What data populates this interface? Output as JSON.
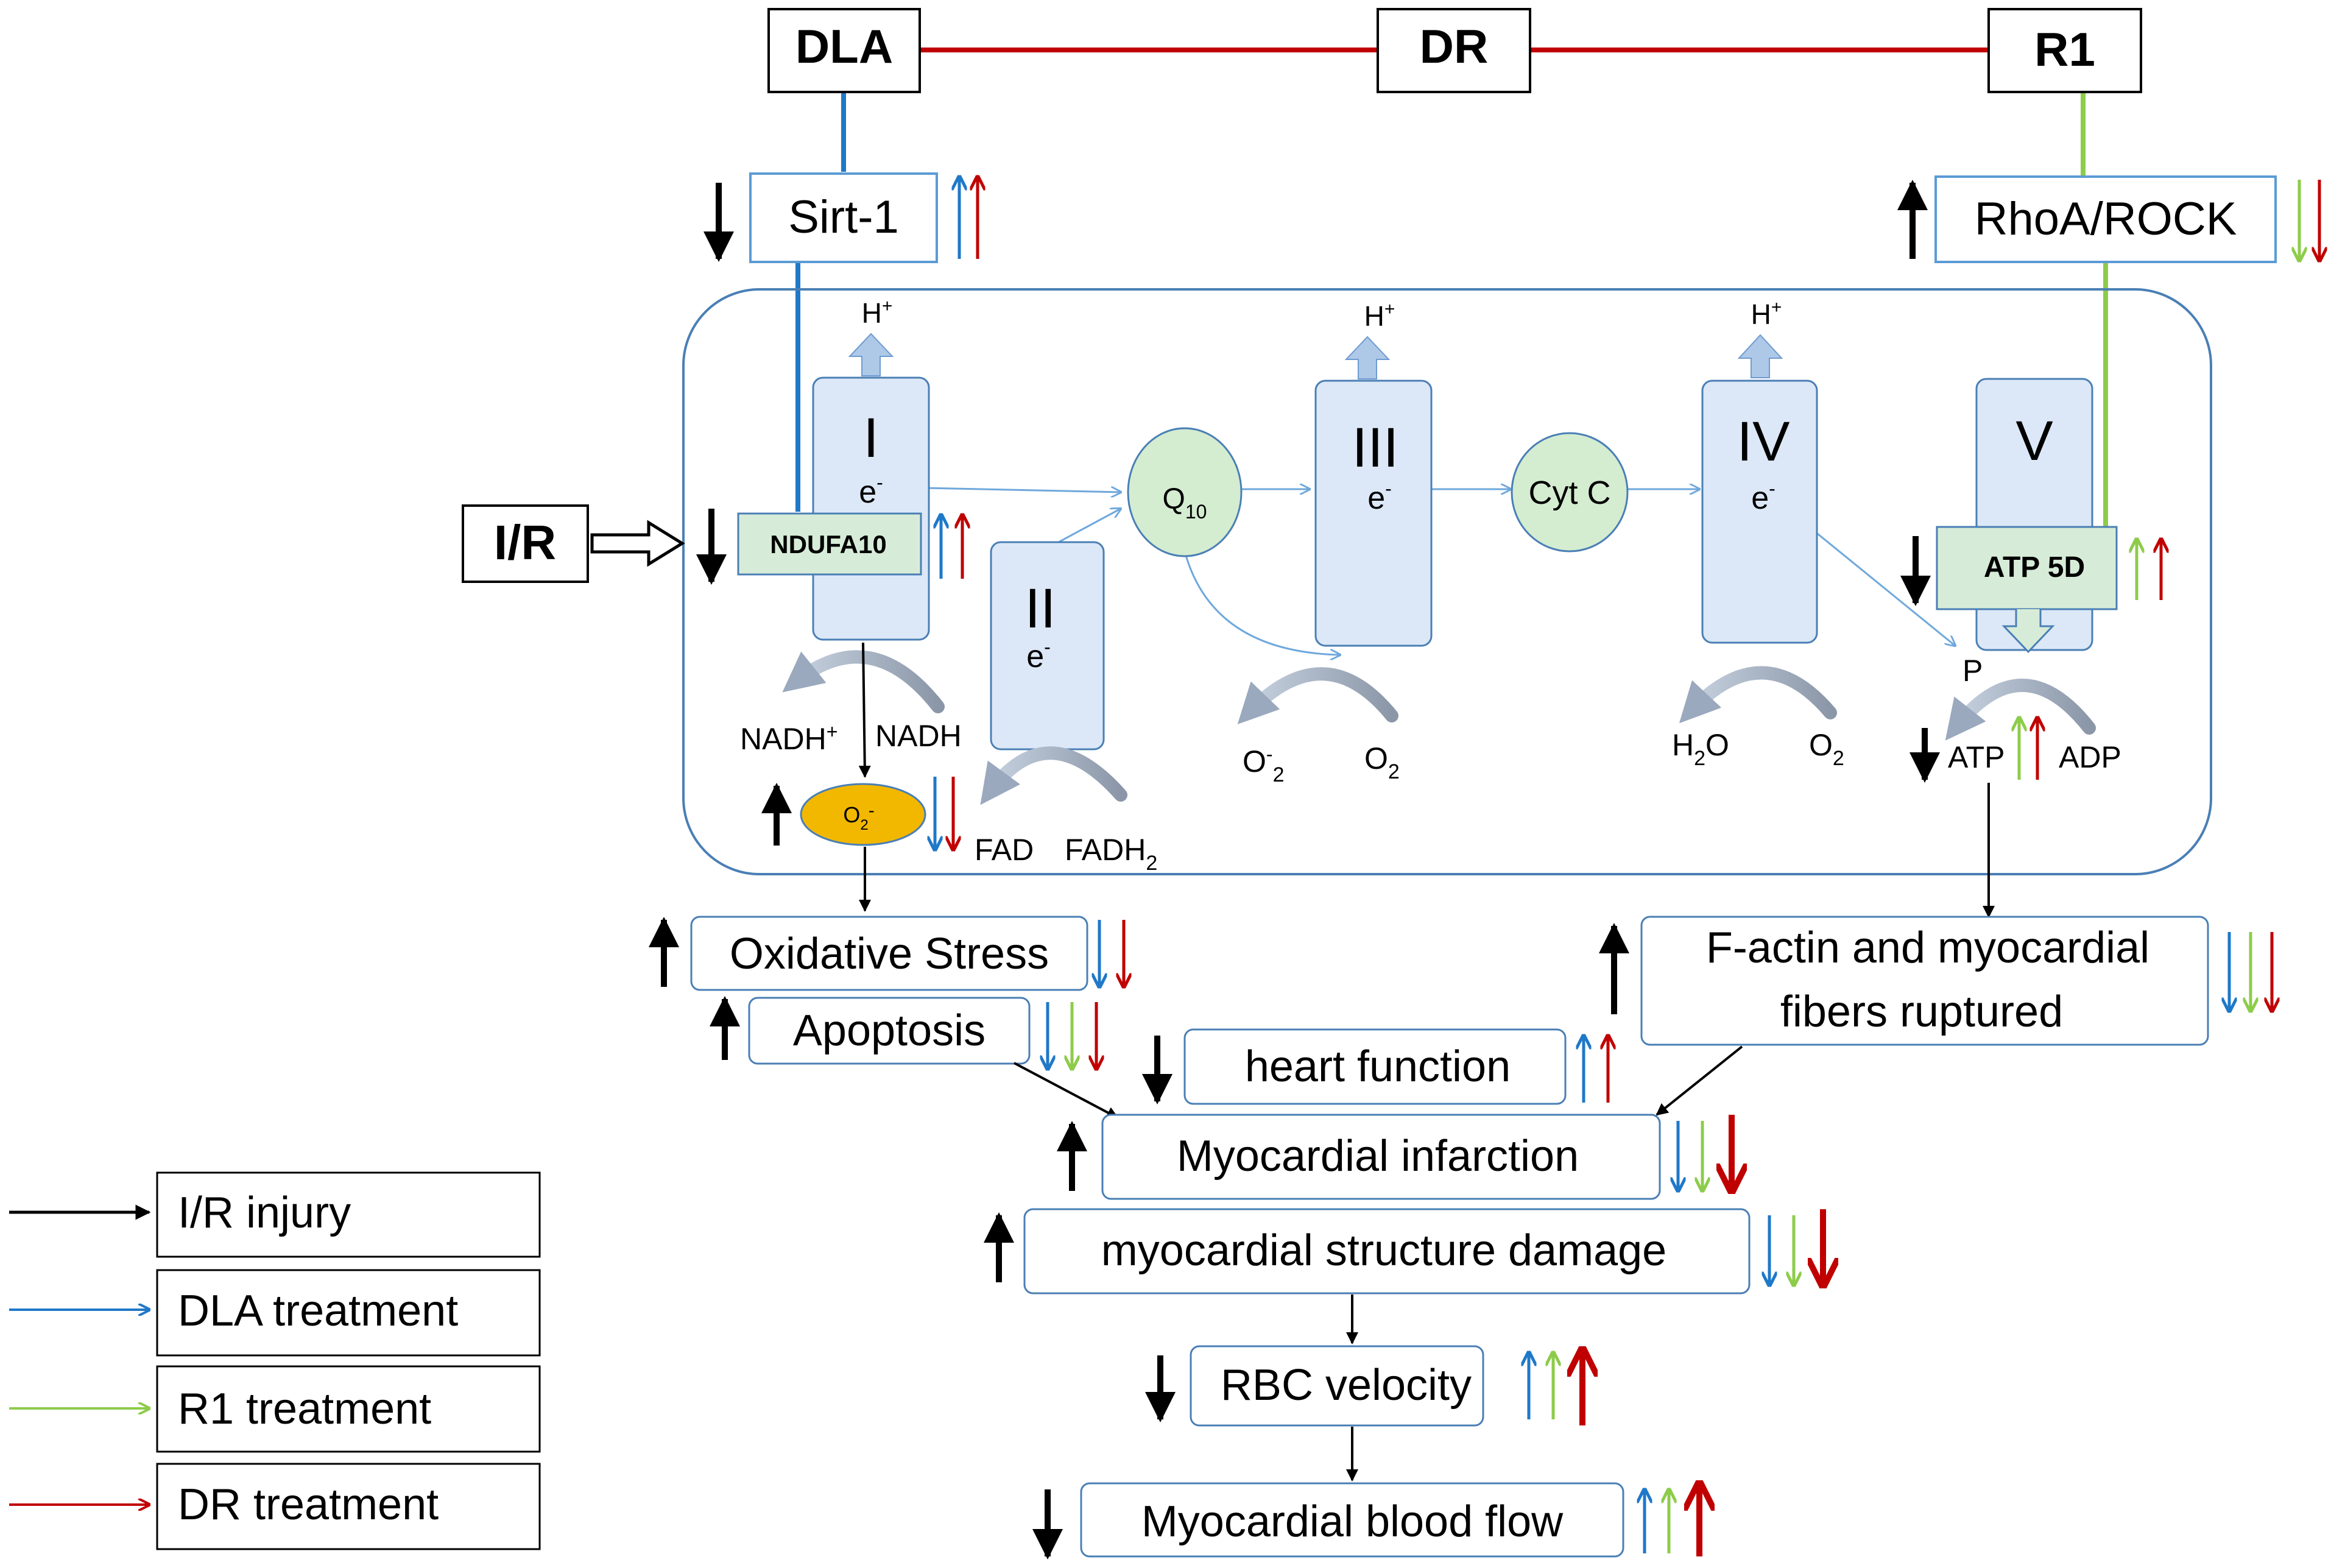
{
  "top": {
    "dla": "DLA",
    "dr": "DR",
    "r1": "R1"
  },
  "sirt1": "Sirt-1",
  "rhoa": "RhoA/ROCK",
  "ir": "I/R",
  "ndufa10": "NDUFA10",
  "atp5d": "ATP 5D",
  "complexes": {
    "c1": "I",
    "c2": "II",
    "c3": "III",
    "c4": "IV",
    "c5": "V",
    "electron": "e",
    "electron_sup": "-",
    "proton": "H",
    "proton_sup": "+"
  },
  "carriers": {
    "q": "Q",
    "q_sub": "10",
    "cytc": "Cyt C"
  },
  "chem": {
    "nadh_plus": "NADH",
    "nadh_plus_sup": "+",
    "nadh": "NADH",
    "fad": "FAD",
    "fadh2": "FADH",
    "fadh2_sub": "2",
    "o2_minus": "O",
    "o2_minus_sup": "-",
    "o2_minus_sub": "2",
    "o2": "O",
    "o2_sub": "2",
    "h2o_h": "H",
    "h2o_sub": "2",
    "h2o_o": "O",
    "superoxide": "O",
    "superoxide_sub": "2",
    "superoxide_sup": "-",
    "p": "P",
    "atp": "ATP",
    "adp": "ADP"
  },
  "outcomes": {
    "oxidative_stress": "Oxidative Stress",
    "apoptosis": "Apoptosis",
    "f_actin_1": "F-actin and myocardial",
    "f_actin_2": "fibers ruptured",
    "heart_function": "heart function",
    "myocardial_infarction": "Myocardial infarction",
    "structure_damage": "myocardial structure damage",
    "rbc_velocity": "RBC velocity",
    "blood_flow": "Myocardial blood flow"
  },
  "legend": {
    "ir_injury": "I/R injury",
    "dla": "DLA treatment",
    "r1": "R1 treatment",
    "dr": "DR treatment"
  },
  "colors": {
    "ir_injury": "#000000",
    "dla": "#1f78c8",
    "r1": "#8dcc4a",
    "dr": "#c00000",
    "membrane": "#4a7fb5",
    "complex_fill": "#dce8f7",
    "carrier_fill": "#d4ecd0",
    "green_box": "#d7ecd8",
    "superoxide_fill": "#f2b800"
  }
}
